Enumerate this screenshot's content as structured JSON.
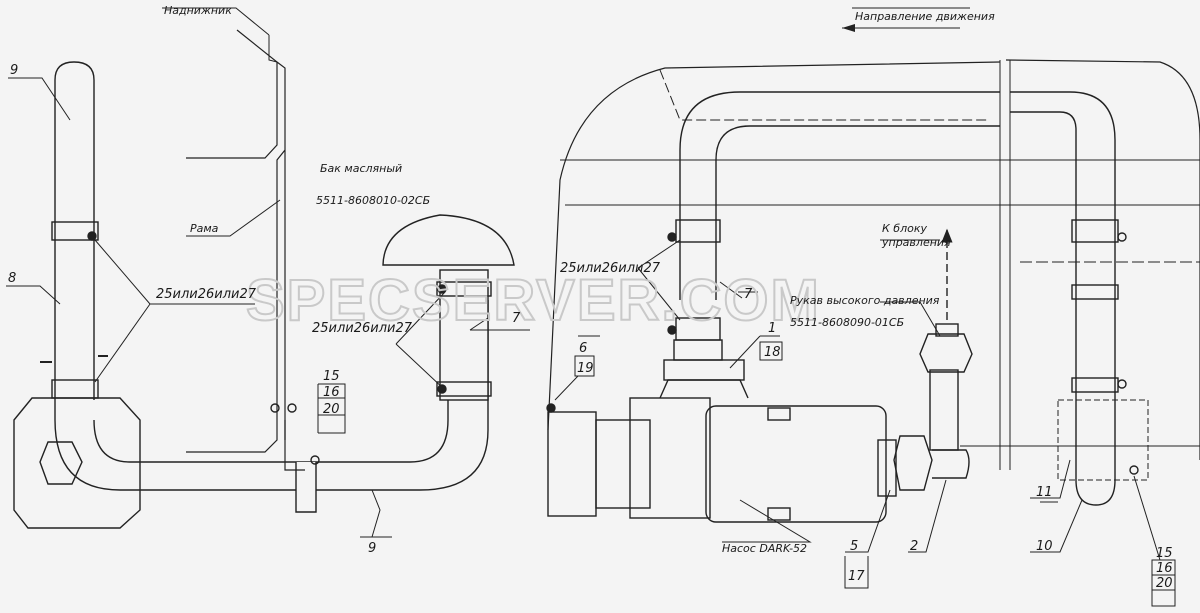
{
  "labels": {
    "podnozhnik": "Наднижник",
    "napravlenie": "Направление движения",
    "bak_title": "Бак масляный",
    "bak_code": "5511-8608010-02СБ",
    "rama": "Рама",
    "k_bloku_1": "К блоку",
    "k_bloku_2": "управления",
    "rukav_title": "Рукав высокого давления",
    "rukav_code": "5511-8608090-01СБ",
    "nasos": "Насос DARK-52",
    "clamp_left": "25или26или27",
    "clamp_center": "25или26или27",
    "clamp_right": "25или26или27"
  },
  "callouts": {
    "n9_top": "9",
    "n8": "8",
    "n7_left": "7",
    "n7_right": "7",
    "n9_bottom": "9",
    "n15_a": "15",
    "n16_a": "16",
    "n20_a": "20",
    "n6": "6",
    "n19": "19",
    "n1": "1",
    "n18": "18",
    "n5": "5",
    "n17": "17",
    "n2": "2",
    "n11": "11",
    "n10": "10",
    "n15_b": "15",
    "n16_b": "16",
    "n20_b": "20"
  },
  "watermark": "SPECSERVER.COM"
}
